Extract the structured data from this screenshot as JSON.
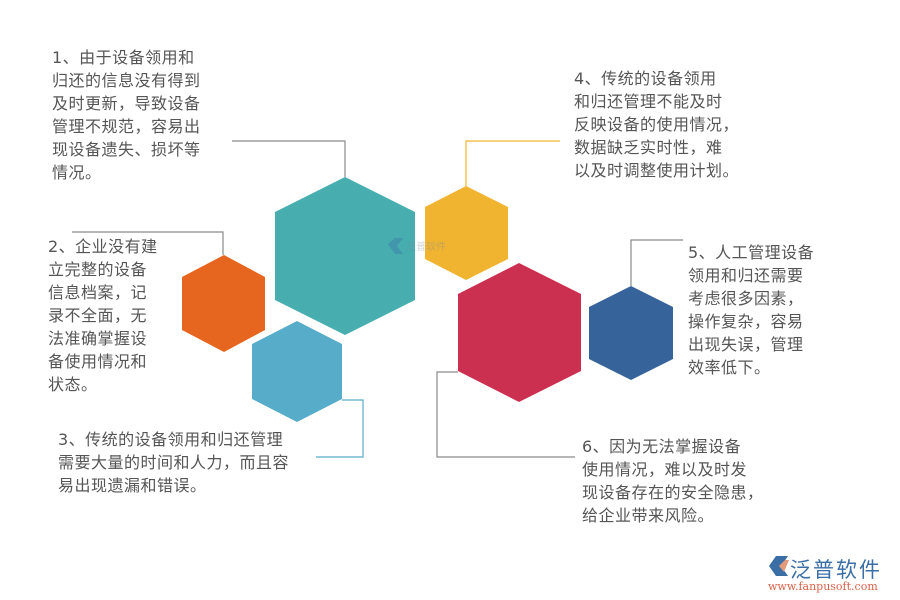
{
  "diagram": {
    "type": "hexagon-cluster-callouts",
    "colors": {
      "teal": "#47adae",
      "yellow": "#f1b431",
      "orange": "#e6651f",
      "light_blue": "#57acc9",
      "crimson": "#cc3050",
      "navy": "#366399",
      "text": "#555555",
      "connector_gray": "#8a8a8a"
    },
    "notes": [
      {
        "id": 1,
        "hex": "teal",
        "lines": "1、由于设备领用和\n归还的信息没有得到\n及时更新，导致设备\n管理不规范，容易出\n现设备遗失、损坏等\n情况。"
      },
      {
        "id": 2,
        "hex": "orange",
        "lines": "2、企业没有建\n立完整的设备\n信息档案，记\n录不全面，无\n法准确掌握设\n备使用情况和\n状态。"
      },
      {
        "id": 3,
        "hex": "light_blue",
        "lines": "3、传统的设备领用和归还管理\n需要大量的时间和人力，而且容\n易出现遗漏和错误。"
      },
      {
        "id": 4,
        "hex": "yellow",
        "lines": "4、传统的设备领用\n和归还管理不能及时\n反映设备的使用情况，\n数据缺乏实时性，难\n以及时调整使用计划。"
      },
      {
        "id": 5,
        "hex": "navy",
        "lines": "5、人工管理设备\n领用和归还需要\n考虑很多因素，\n操作复杂，容易\n出现失误，管理\n效率低下。"
      },
      {
        "id": 6,
        "hex": "crimson",
        "lines": "6、因为无法掌握设备\n使用情况，难以及时发\n现设备存在的安全隐患，\n给企业带来风险。"
      }
    ]
  },
  "watermark": {
    "text": "泛普软件"
  },
  "logo": {
    "name": "泛普软件",
    "url": "www.fanpusoft.com"
  }
}
